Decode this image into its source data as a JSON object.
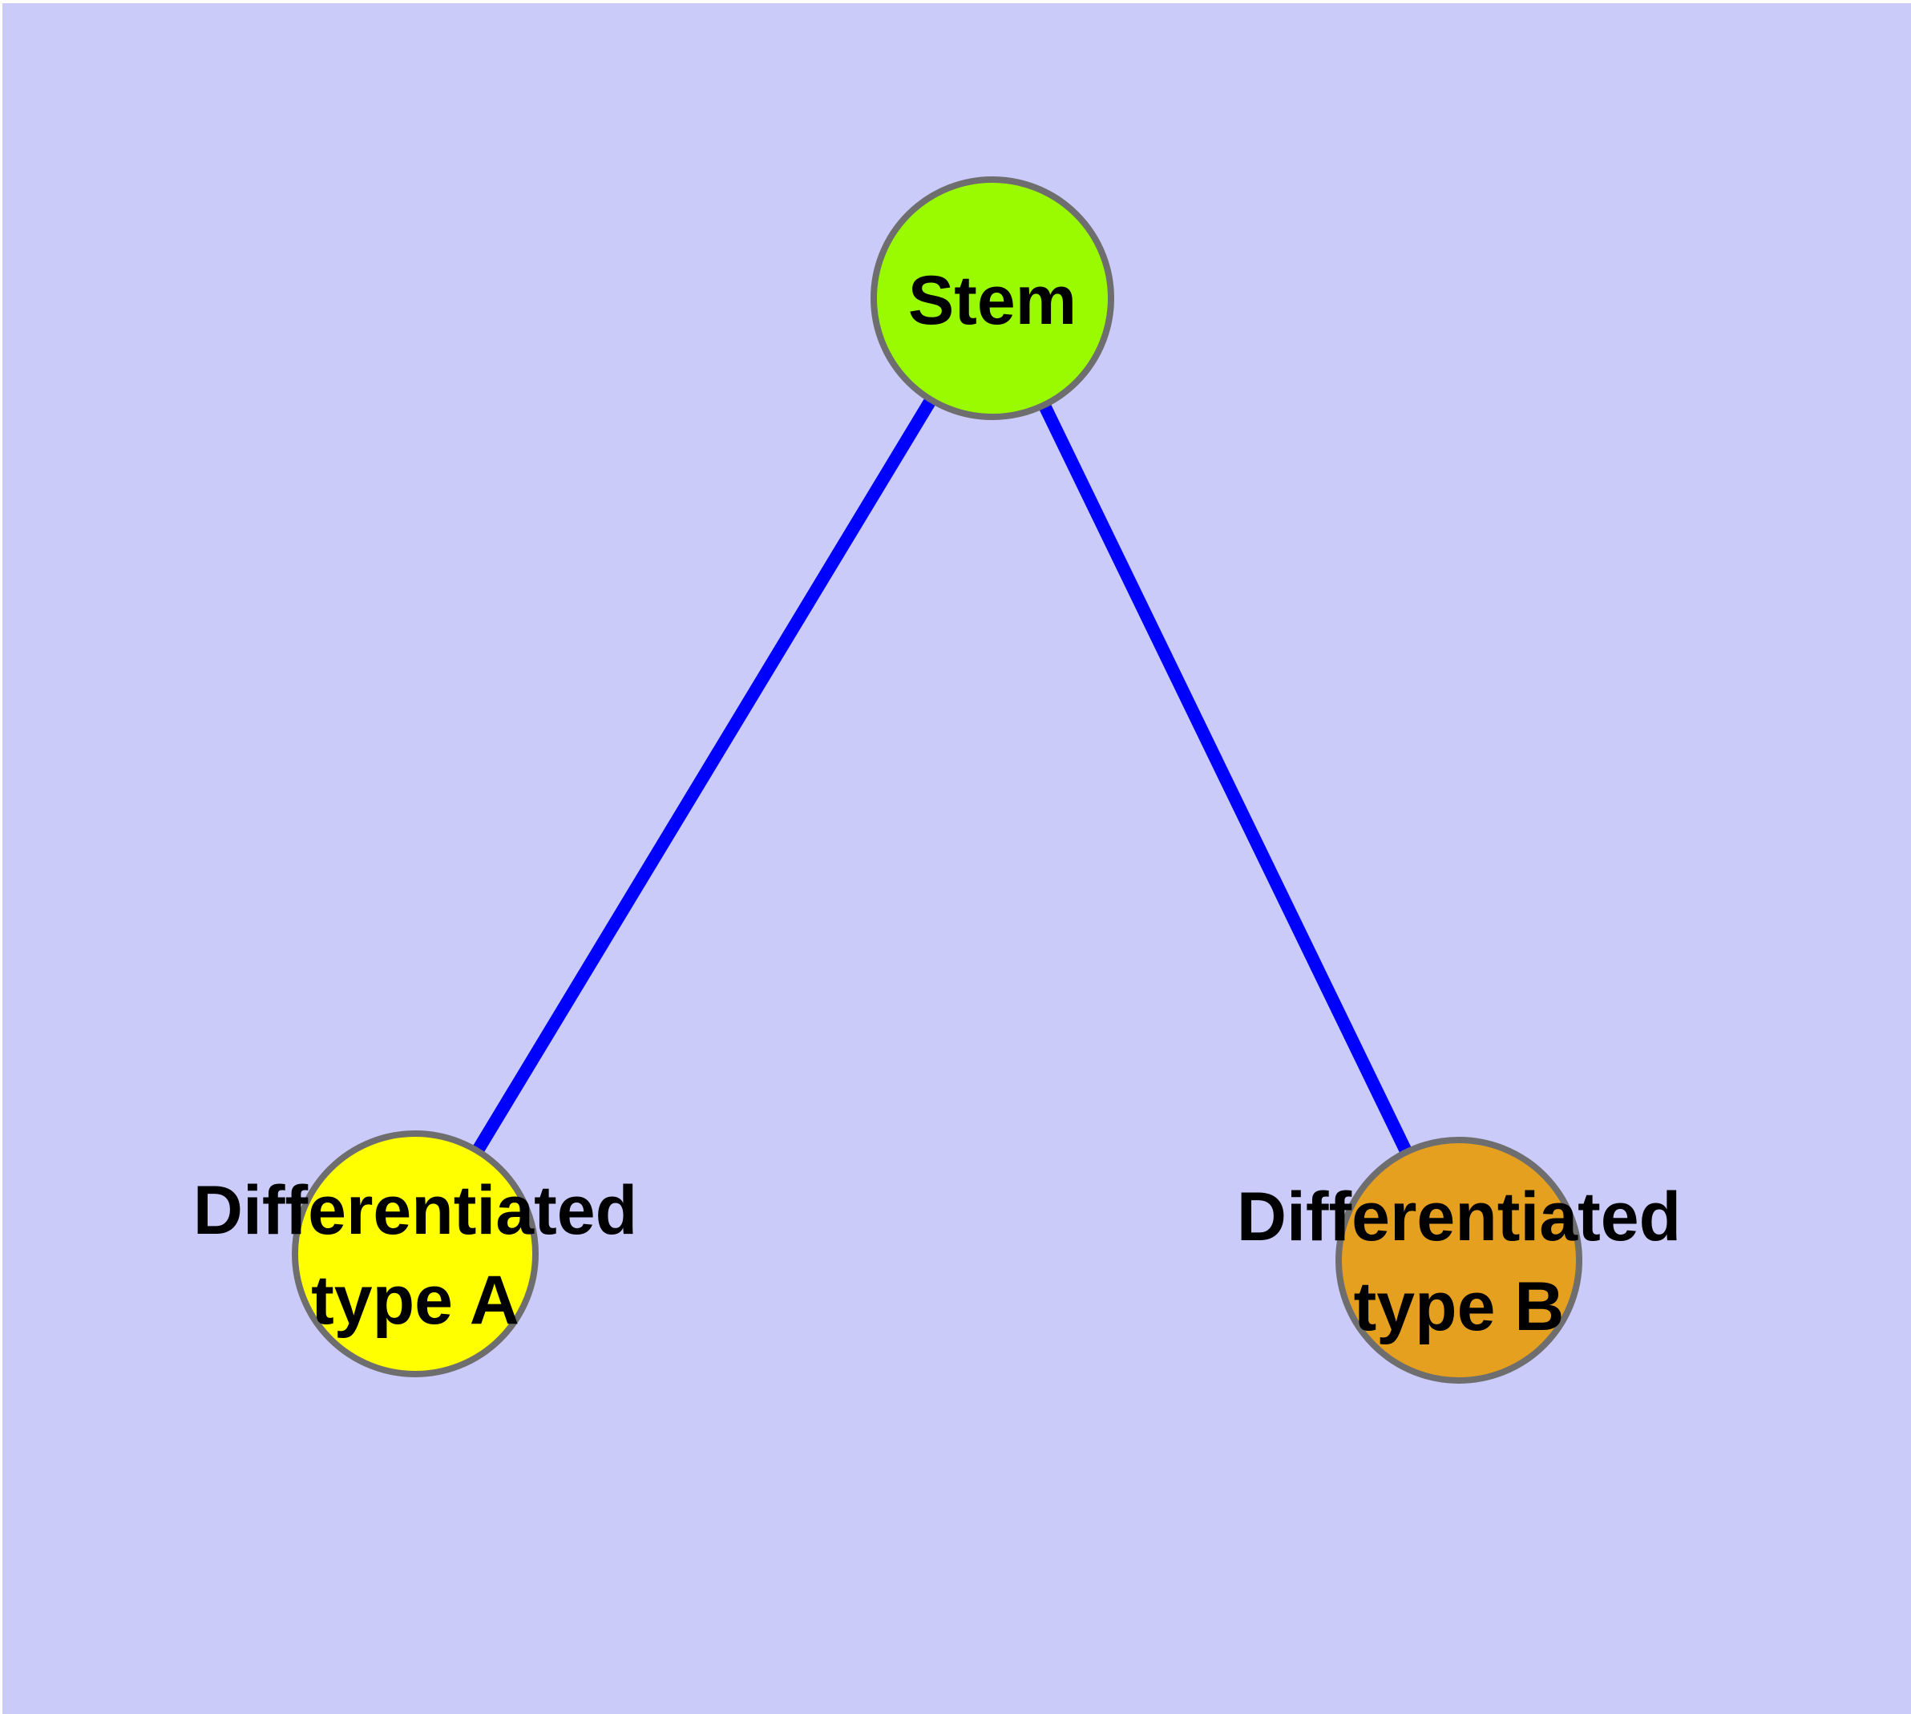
{
  "canvas": {
    "background_color": "#cbcbfa",
    "margin_color": "#ffffff"
  },
  "graph": {
    "edge_color": "#0000ff",
    "node_border_color": "#6e6e6e",
    "label_color": "#000000",
    "nodes": [
      {
        "id": "stem",
        "label": "Stem",
        "line1": "Stem",
        "line2": "",
        "fill": "#9afa00"
      },
      {
        "id": "differentiated-type-a",
        "label": "Differentiated type A",
        "line1": "Differentiated",
        "line2": "type A",
        "fill": "#ffff00"
      },
      {
        "id": "differentiated-type-b",
        "label": "Differentiated type B",
        "line1": "Differentiated",
        "line2": "type B",
        "fill": "#e6a01f"
      }
    ],
    "edges": [
      {
        "from": "stem",
        "to": "differentiated-type-a"
      },
      {
        "from": "stem",
        "to": "differentiated-type-b"
      }
    ]
  }
}
